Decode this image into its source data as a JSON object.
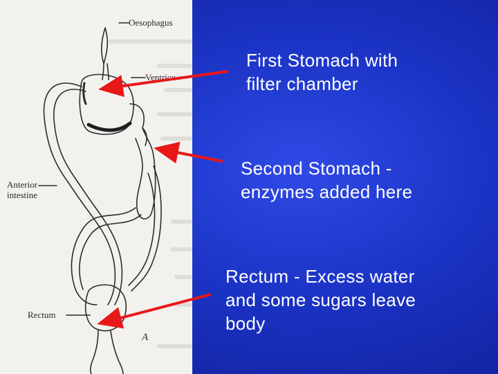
{
  "diagram_labels": {
    "oesophagus": "Oesophagus",
    "ventriculus": "Ventricu",
    "anterior_intestine_1": "Anterior",
    "anterior_intestine_2": "intestine",
    "rectum": "Rectum",
    "figure_letter": "A"
  },
  "callouts": {
    "first_stomach": [
      "First Stomach with",
      "filter chamber"
    ],
    "second_stomach": [
      "Second Stomach -",
      "enzymes added here"
    ],
    "rectum": [
      "Rectum - Excess water",
      "and some sugars leave",
      "body"
    ]
  },
  "colors": {
    "background": "#1b33c4",
    "text": "#ffffff",
    "arrow": "#e81818",
    "scan_paper": "#f2f1ee"
  }
}
